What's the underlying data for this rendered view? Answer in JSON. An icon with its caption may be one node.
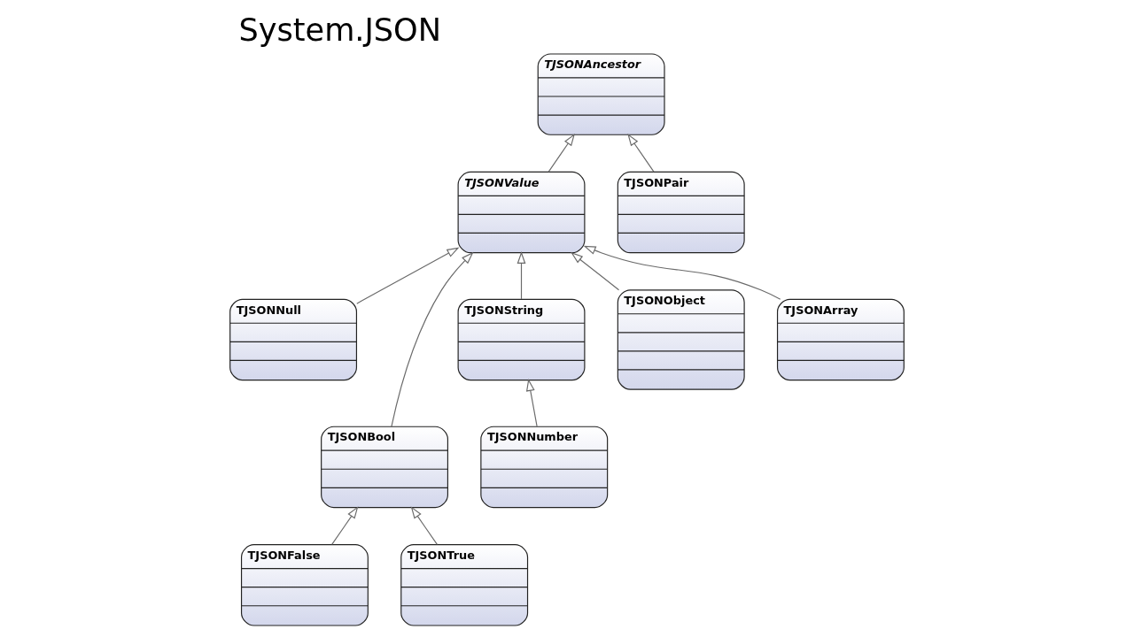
{
  "diagram": {
    "title": "System.JSON",
    "nodes": [
      {
        "text": [
          "TJSONAncestor"
        ]
      },
      {
        "text": [
          "TJSONValue"
        ]
      },
      {
        "text": [
          "TJSONPair"
        ]
      },
      {
        "text": [
          "TJSONNull"
        ]
      },
      {
        "text": [
          "TJSONString"
        ]
      },
      {
        "text": [
          "TJSONObject"
        ]
      },
      {
        "text": [
          "TJSONArray"
        ]
      },
      {
        "text": [
          "TJSONBool"
        ]
      },
      {
        "text": [
          "TJSONNumber"
        ]
      },
      {
        "text": [
          "TJSONFalse"
        ]
      },
      {
        "text": [
          "TJSONTrue"
        ]
      }
    ],
    "edges": [
      {
        "from": 1,
        "to": 0,
        "arrow": "to"
      },
      {
        "from": 2,
        "to": 0,
        "arrow": "to"
      },
      {
        "from": 3,
        "to": 1,
        "arrow": "to"
      },
      {
        "from": 7,
        "to": 1,
        "arrow": "to"
      },
      {
        "from": 4,
        "to": 1,
        "arrow": "to"
      },
      {
        "from": 5,
        "to": 1,
        "arrow": "to"
      },
      {
        "from": 6,
        "to": 1,
        "arrow": "to"
      },
      {
        "from": 8,
        "to": 4,
        "arrow": "to"
      },
      {
        "from": 9,
        "to": 7,
        "arrow": "to"
      },
      {
        "from": 10,
        "to": 7,
        "arrow": "to"
      }
    ]
  }
}
